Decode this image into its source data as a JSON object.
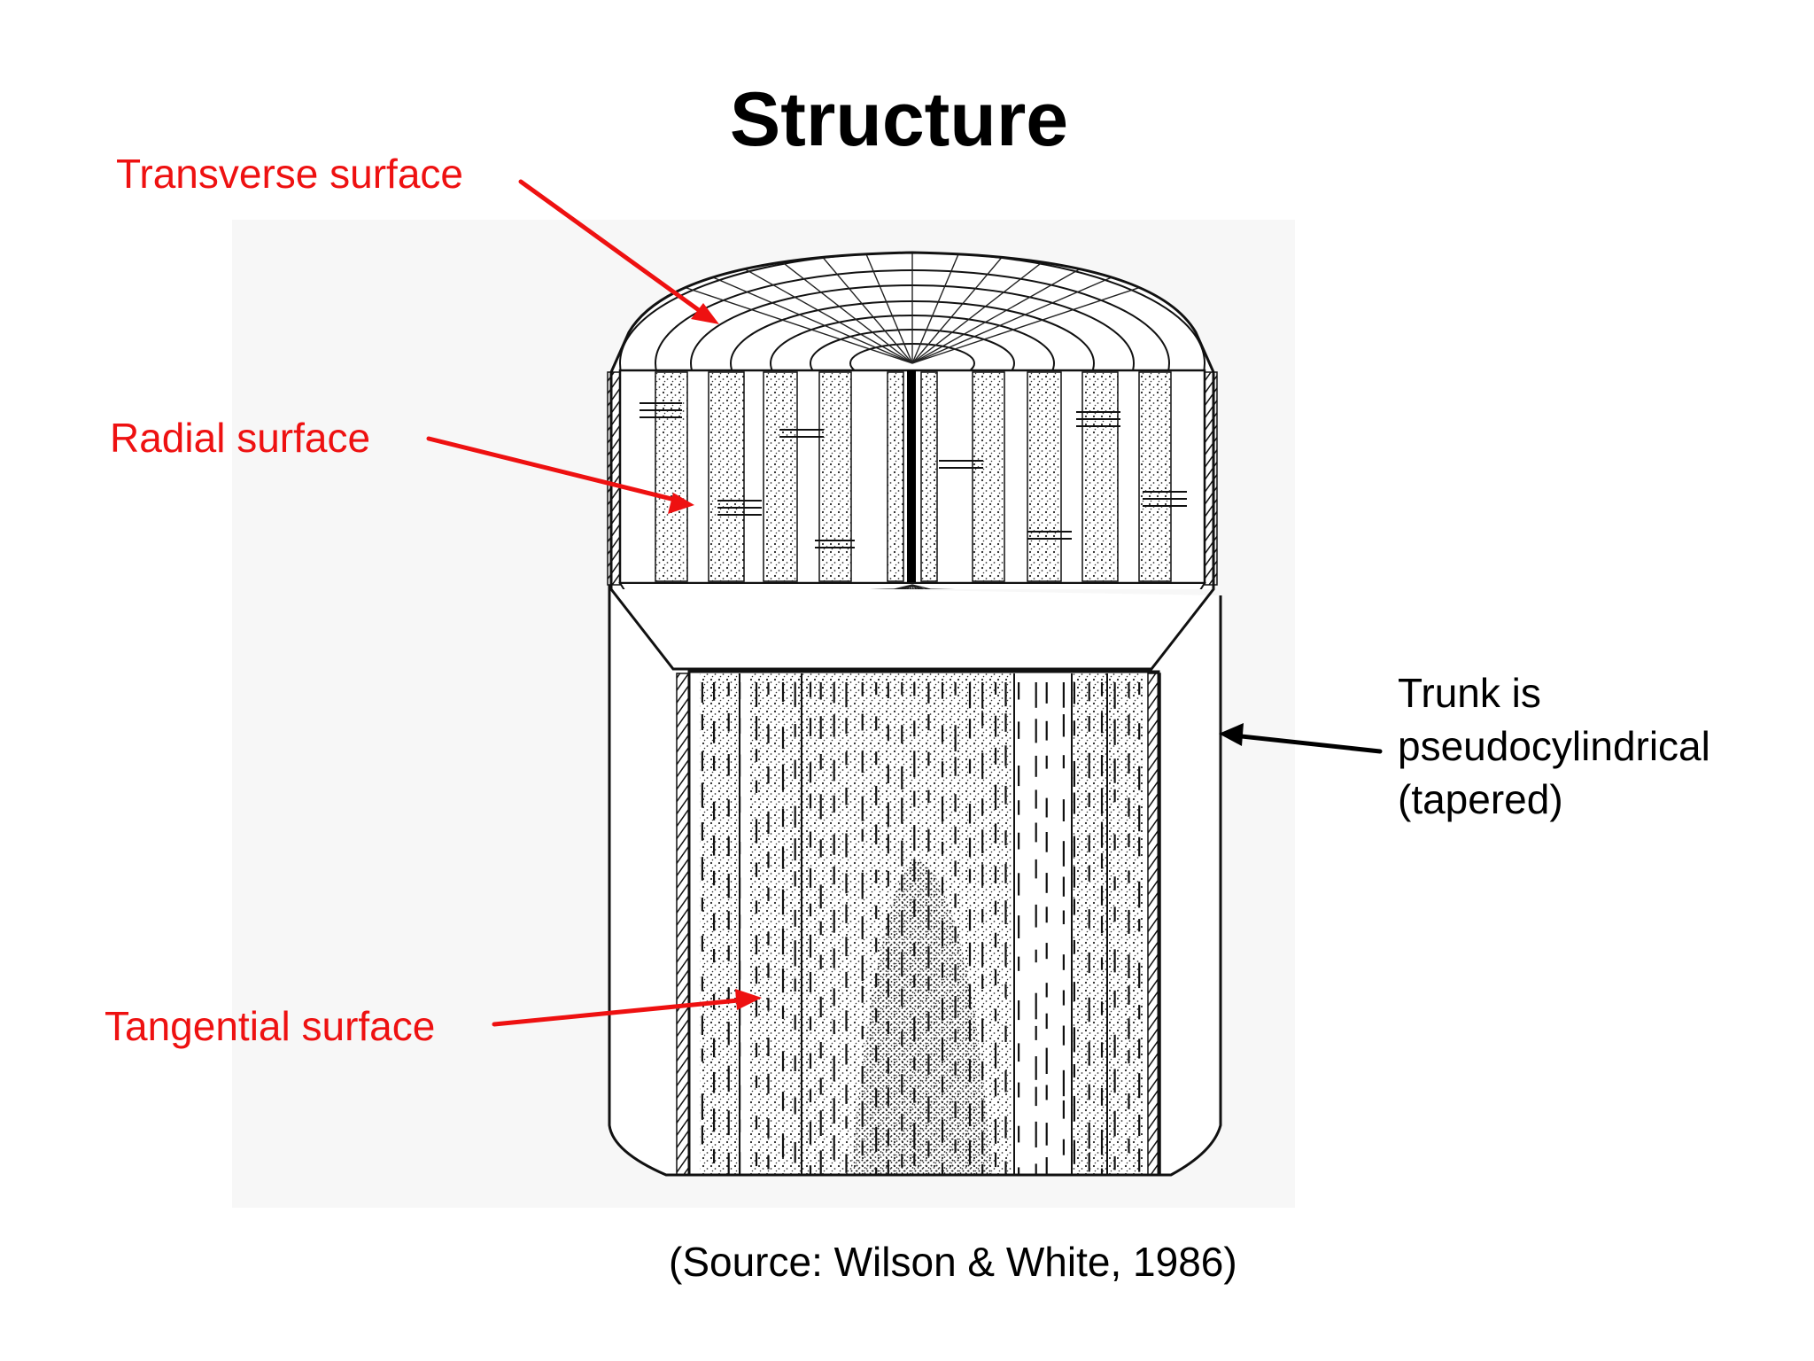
{
  "slide": {
    "title": "Structure",
    "labels": {
      "transverse": "Transverse surface",
      "radial": "Radial surface",
      "tangential": "Tangential surface",
      "trunk_line1": "Trunk is",
      "trunk_line2": "pseudocylindrical",
      "trunk_line3": "(tapered)"
    },
    "source": "(Source: Wilson & White, 1986)"
  },
  "colors": {
    "callout_red": "#ee1111",
    "ink": "#1a1a1a",
    "background": "#ffffff"
  }
}
